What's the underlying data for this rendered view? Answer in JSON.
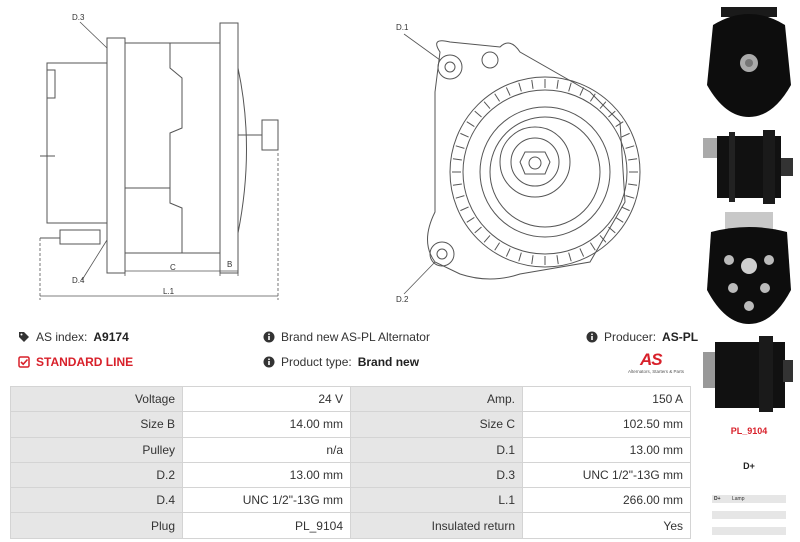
{
  "drawing_labels": {
    "d3": "D.3",
    "d4": "D.4",
    "c": "C",
    "b": "B",
    "l1": "L.1",
    "d1": "D.1",
    "d2": "D.2"
  },
  "info": {
    "as_index_label": "AS index:",
    "as_index_value": "A9174",
    "standard_line": "STANDARD LINE",
    "alternator_text": "Brand new AS-PL Alternator",
    "product_type_label": "Product type:",
    "product_type_value": "Brand new",
    "producer_label": "Producer:",
    "producer_value": "AS-PL"
  },
  "logo": {
    "mark": "AS",
    "tagline": "Alternators, Starters & Parts"
  },
  "specs": [
    {
      "l1": "Voltage",
      "v1": "24 V",
      "l2": "Amp.",
      "v2": "150 A"
    },
    {
      "l1": "Size B",
      "v1": "14.00 mm",
      "l2": "Size C",
      "v2": "102.50 mm"
    },
    {
      "l1": "Pulley",
      "v1": "n/a",
      "l2": "D.1",
      "v2": "13.00 mm"
    },
    {
      "l1": "D.2",
      "v1": "13.00 mm",
      "l2": "D.3",
      "v2": "UNC 1/2\"-13G mm"
    },
    {
      "l1": "D.4",
      "v1": "UNC 1/2\"-13G mm",
      "l2": "L.1",
      "v2": "266.00 mm"
    },
    {
      "l1": "Plug",
      "v1": "PL_9104",
      "l2": "Insulated return",
      "v2": "Yes"
    }
  ],
  "plug": {
    "code": "PL_9104",
    "terminal": "D+",
    "pins": [
      {
        "pin": "D+",
        "desc": "Lamp"
      }
    ]
  },
  "colors": {
    "accent_red": "#d8202a",
    "label_bg": "#e6e6e6",
    "border": "#d4d4d4"
  }
}
